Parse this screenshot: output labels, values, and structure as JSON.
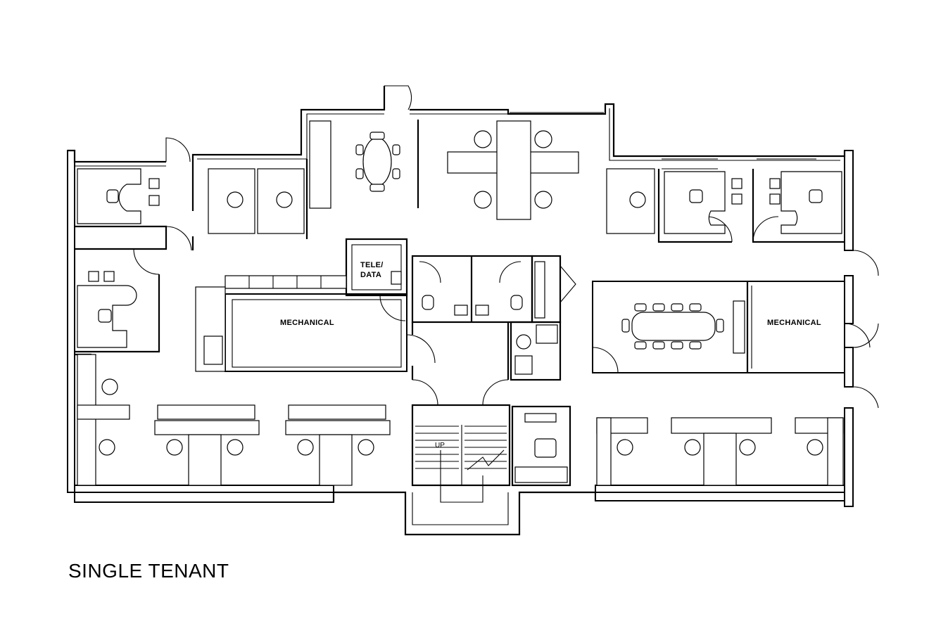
{
  "plan": {
    "title": "SINGLE TENANT",
    "rooms": {
      "mechanical_center": "MECHANICAL",
      "mechanical_east": "MECHANICAL",
      "tele_line1": "TELE/",
      "tele_line2": "DATA"
    },
    "stair_label": "UP"
  }
}
